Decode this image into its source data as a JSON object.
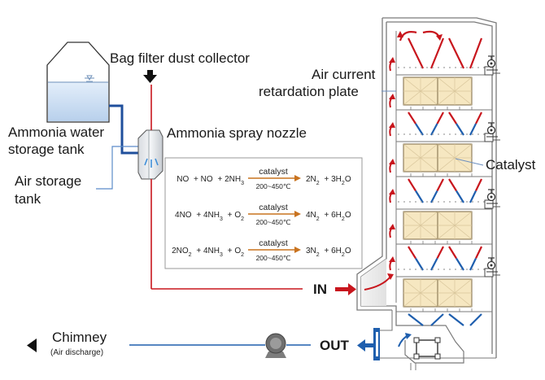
{
  "labels": {
    "bag_filter": "Bag filter dust collector",
    "ammonia_tank_line1": "Ammonia water",
    "ammonia_tank_line2": "storage tank",
    "air_tank_line1": "Air storage",
    "air_tank_line2": "tank",
    "spray_nozzle": "Ammonia spray nozzle",
    "air_current_line1": "Air current",
    "air_current_line2": "retardation plate",
    "catalyst": "Catalyst",
    "inlet": "IN",
    "outlet": "OUT",
    "chimney": "Chimney",
    "chimney_sub": "(Air discharge)"
  },
  "reactions": [
    {
      "reactants": [
        "NO",
        "+",
        "NO",
        "+",
        "2NH",
        "3"
      ],
      "products": [
        "2N",
        "2",
        "+",
        "3H",
        "2",
        "O"
      ],
      "catalyst": "catalyst",
      "temperature": "200~450℃"
    },
    {
      "reactants": [
        "4NO",
        "+",
        "4NH",
        "3",
        "+",
        "O",
        "2"
      ],
      "products": [
        "4N",
        "2",
        "+",
        "6H",
        "2",
        "O"
      ],
      "catalyst": "catalyst",
      "temperature": "200~450℃"
    },
    {
      "reactants": [
        "2NO",
        "2",
        "+",
        "4NH",
        "3",
        "+",
        "O",
        "2"
      ],
      "products": [
        "3N",
        "2",
        "+",
        "6H",
        "2",
        "O"
      ],
      "catalyst": "catalyst",
      "temperature": "200~450℃"
    }
  ],
  "colors": {
    "hot_gas": "#c8161d",
    "clean_gas": "#1f5fae",
    "ammonia_line": "#1f4f9c",
    "catalyst_fill": "#f6e7c1",
    "tower_outline": "#7a7a7a",
    "tank_liquid": "#cfe0f3"
  }
}
